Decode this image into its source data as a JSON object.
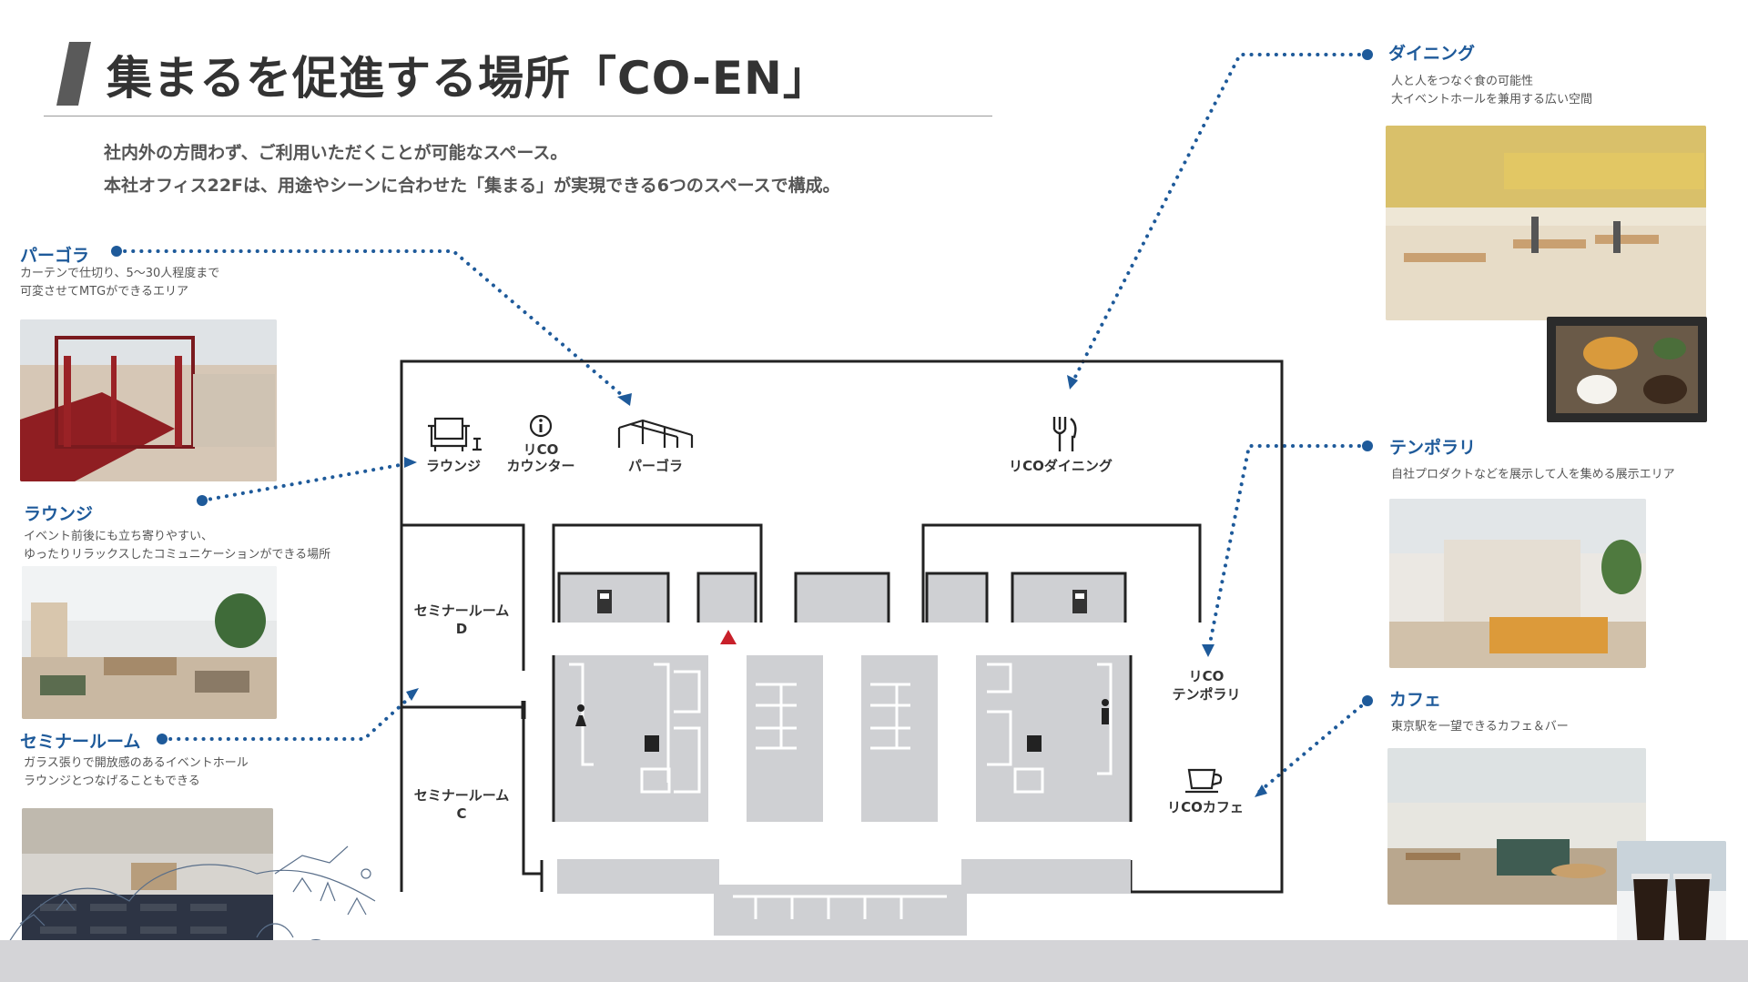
{
  "title": "集まるを促進する場所「CO-EN」",
  "intro": [
    "社内外の方問わず、ご利用いただくことが可能なスペース。",
    "本社オフィス22Fは、用途やシーンに合わせた「集まる」が実現できる6つのスペースで構成。"
  ],
  "sections": {
    "pergola": {
      "title": "パーゴラ",
      "desc": [
        "カーテンで仕切り、5～30人程度まで",
        "可変させてMTGができるエリア"
      ]
    },
    "lounge": {
      "title": "ラウンジ",
      "desc": [
        "イベント前後にも立ち寄りやすい、",
        "ゆったりリラックスしたコミュニケーションができる場所"
      ]
    },
    "seminar": {
      "title": "セミナールーム",
      "desc": [
        "ガラス張りで開放感のあるイベントホール",
        "ラウンジとつなげることもできる"
      ]
    },
    "dining": {
      "title": "ダイニング",
      "desc": [
        "人と人をつなぐ食の可能性",
        "大イベントホールを兼用する広い空間"
      ]
    },
    "temporary": {
      "title": "テンポラリ",
      "desc": [
        "自社プロダクトなどを展示して人を集める展示エリア"
      ]
    },
    "cafe": {
      "title": "カフェ",
      "desc": [
        "東京駅を一望できるカフェ＆バー"
      ]
    }
  },
  "floor_labels": {
    "lounge": "ラウンジ",
    "counter_1": "リCO",
    "counter_2": "カウンター",
    "pergola": "パーゴラ",
    "dining": "リCOダイニング",
    "seminar_d_1": "セミナールーム",
    "seminar_d_2": "D",
    "seminar_c_1": "セミナールーム",
    "seminar_c_2": "C",
    "temporary_1": "リCO",
    "temporary_2": "テンポラリ",
    "cafe": "リCOカフェ"
  },
  "colors": {
    "accent_blue": "#1e5a9a",
    "dot_line": "#1e5a9a",
    "alert_red": "#c8202a",
    "floor_gray": "#cfd0d3"
  },
  "icons": [
    "sofa-icon",
    "info-icon",
    "pergola-icon",
    "cutlery-icon",
    "cup-icon",
    "elevator-icon",
    "toilet-icon",
    "exit-icon"
  ]
}
